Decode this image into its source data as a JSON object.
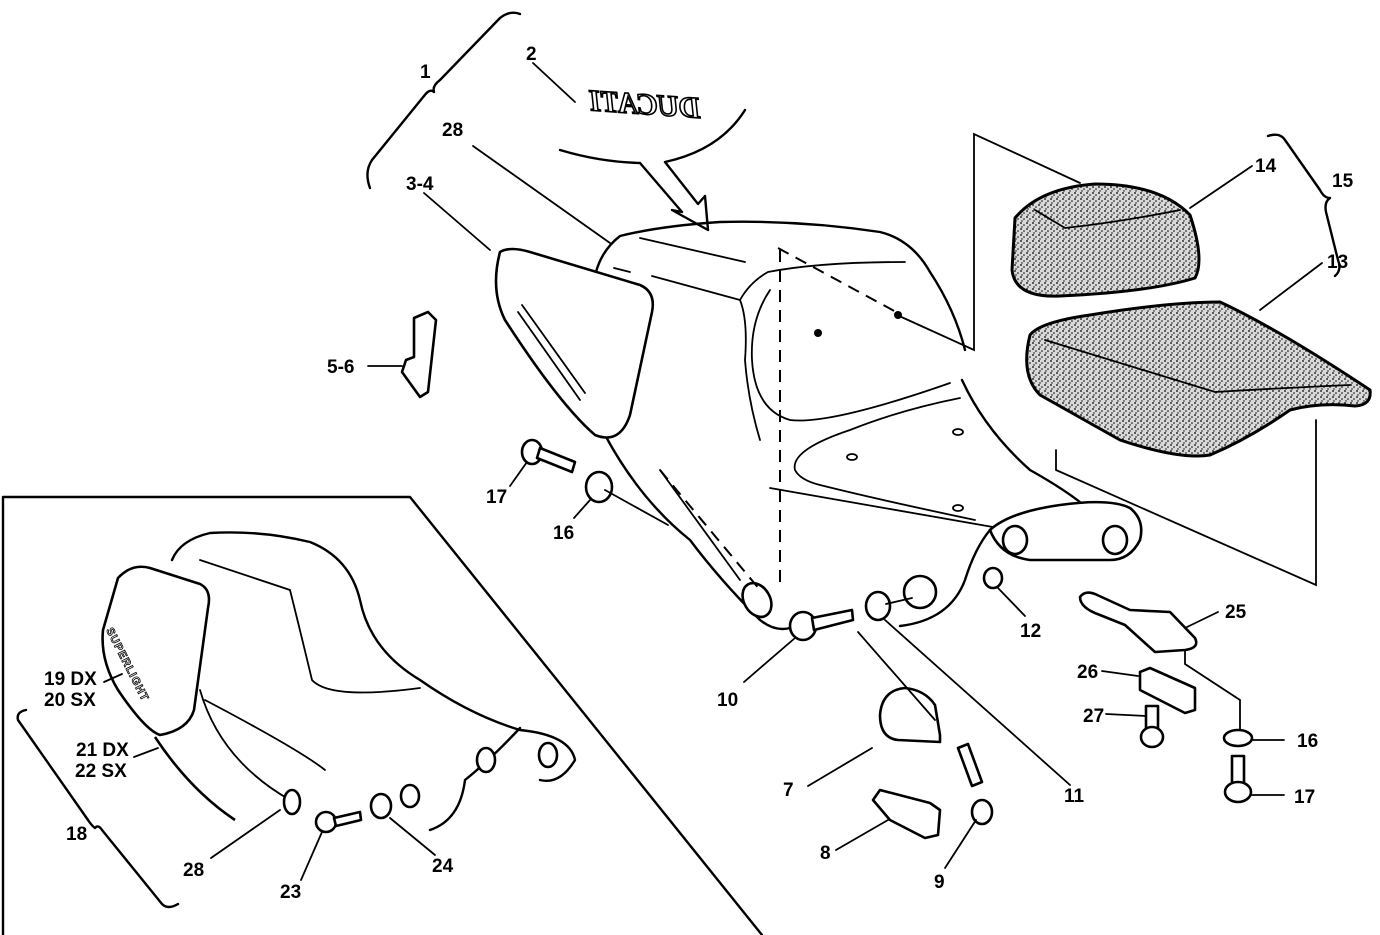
{
  "diagram": {
    "title": "Seat assembly exploded parts view",
    "logos": {
      "main_decal": "DUCATI",
      "inset_decal": "SUPERLIGHT"
    },
    "callouts": [
      {
        "id": "c1",
        "label": "1"
      },
      {
        "id": "c2",
        "label": "2"
      },
      {
        "id": "c28a",
        "label": "28"
      },
      {
        "id": "c34",
        "label": "3-4"
      },
      {
        "id": "c56",
        "label": "5-6"
      },
      {
        "id": "c17a",
        "label": "17"
      },
      {
        "id": "c16a",
        "label": "16"
      },
      {
        "id": "c14",
        "label": "14"
      },
      {
        "id": "c15",
        "label": "15"
      },
      {
        "id": "c13",
        "label": "13"
      },
      {
        "id": "c12",
        "label": "12"
      },
      {
        "id": "c25",
        "label": "25"
      },
      {
        "id": "c26",
        "label": "26"
      },
      {
        "id": "c27",
        "label": "27"
      },
      {
        "id": "c16b",
        "label": "16"
      },
      {
        "id": "c17b",
        "label": "17"
      },
      {
        "id": "c10",
        "label": "10"
      },
      {
        "id": "c11",
        "label": "11"
      },
      {
        "id": "c7",
        "label": "7"
      },
      {
        "id": "c8",
        "label": "8"
      },
      {
        "id": "c9",
        "label": "9"
      },
      {
        "id": "c1920a",
        "label": "19 DX"
      },
      {
        "id": "c1920b",
        "label": "20 SX"
      },
      {
        "id": "c2122a",
        "label": "21 DX"
      },
      {
        "id": "c2122b",
        "label": "22 SX"
      },
      {
        "id": "c18",
        "label": "18"
      },
      {
        "id": "c28b",
        "label": "28"
      },
      {
        "id": "c23",
        "label": "23"
      },
      {
        "id": "c24",
        "label": "24"
      }
    ]
  }
}
